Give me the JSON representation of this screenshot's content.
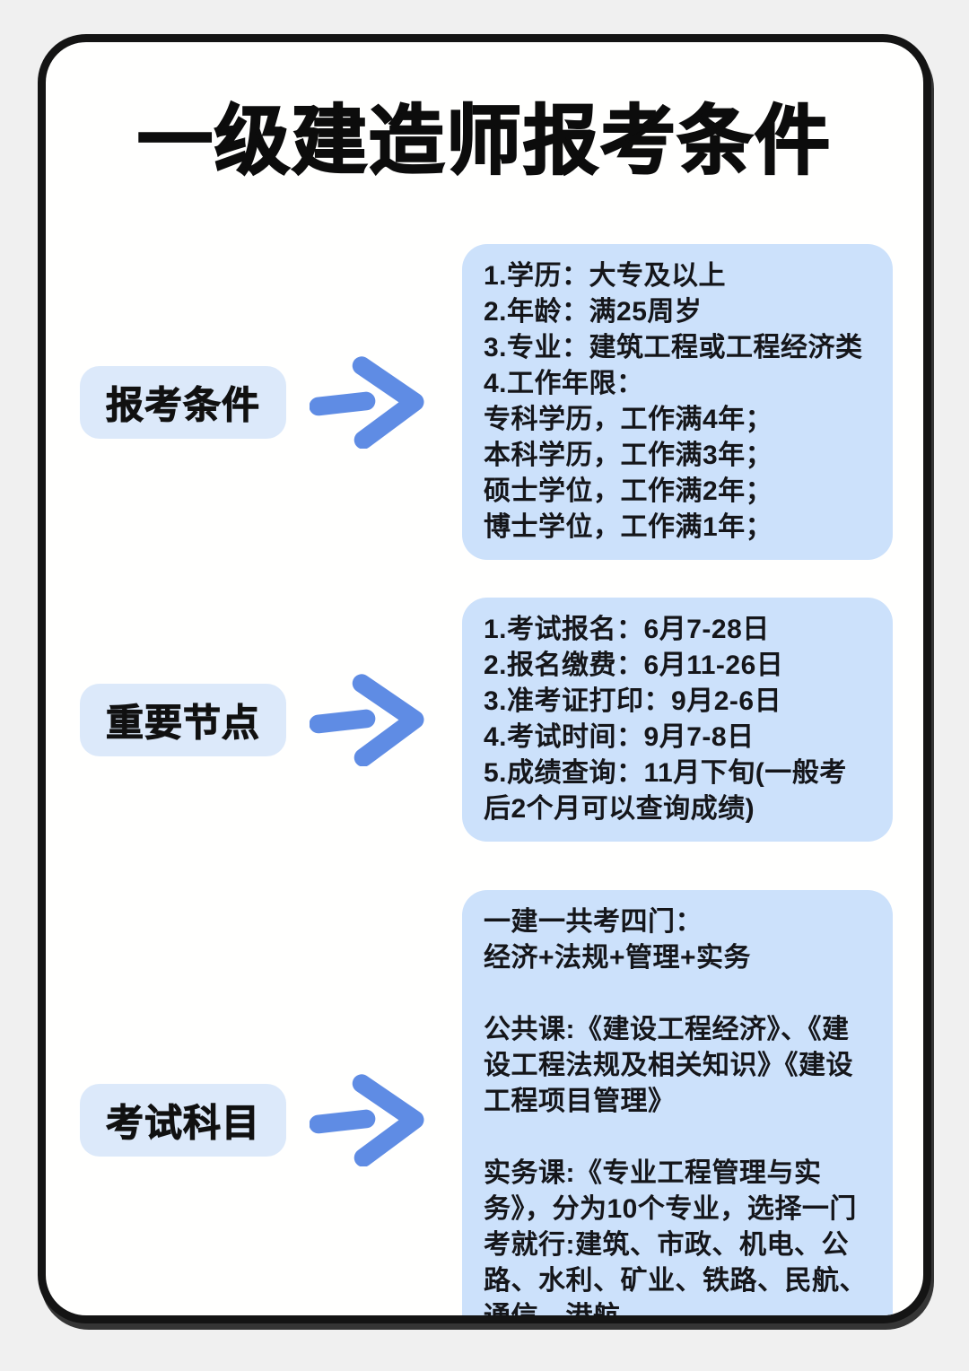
{
  "page": {
    "title": "一级建造师报考条件"
  },
  "colors": {
    "page_background": "#f0f0f0",
    "card_background": "#ffffff",
    "frame_border": "#141414",
    "content_box": "#cce1fb",
    "label_pill": "#dce9fa",
    "arrow": "#5f8ce4",
    "text": "#15161a"
  },
  "icons": {
    "arrow": "arrow-right-icon"
  },
  "sections": [
    {
      "label": "报考条件",
      "lines": [
        "1.学历：大专及以上",
        "2.年龄：满25周岁",
        "3.专业：建筑工程或工程经济类",
        "4.工作年限：",
        "专科学历，工作满4年；",
        "本科学历，工作满3年；",
        "硕士学位，工作满2年；",
        "博士学位，工作满1年；"
      ]
    },
    {
      "label": "重要节点",
      "lines": [
        "1.考试报名：6月7-28日",
        "2.报名缴费：6月11-26日",
        "3.准考证打印：9月2-6日",
        "4.考试时间：9月7-8日",
        "5.成绩查询：11月下旬(一般考后2个月可以查询成绩)"
      ]
    },
    {
      "label": "考试科目",
      "paragraphs": [
        "一建一共考四门：\n经济+法规+管理+实务",
        "公共课:《建设工程经济》、《建设工程法规及相关知识》《建设工程项目管理》",
        "实务课:《专业工程管理与实务》，分为10个专业，选择一门考就行:建筑、市政、机电、公路、水利、矿业、铁路、民航、通信、港航"
      ]
    }
  ]
}
